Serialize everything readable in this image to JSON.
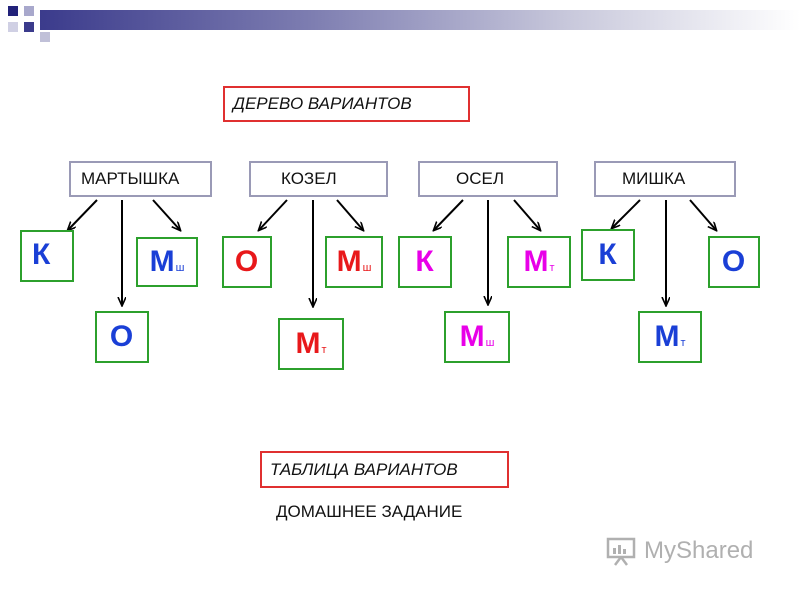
{
  "title": "ДЕРЕВО ВАРИАНТОВ",
  "animals": [
    {
      "name": "МАРТЫШКА"
    },
    {
      "name": "КОЗЕЛ"
    },
    {
      "name": "ОСЕЛ"
    },
    {
      "name": "МИШКА"
    }
  ],
  "options": {
    "a1": {
      "main": "К",
      "sub": ""
    },
    "a2": {
      "main": "О",
      "sub": ""
    },
    "a3": {
      "main": "М",
      "sub": "ш"
    },
    "b1": {
      "main": "О",
      "sub": ""
    },
    "b2": {
      "main": "М",
      "sub": "т"
    },
    "b3": {
      "main": "М",
      "sub": "ш"
    },
    "c1": {
      "main": "К",
      "sub": ""
    },
    "c2": {
      "main": "М",
      "sub": "ш"
    },
    "c3": {
      "main": "М",
      "sub": "т"
    },
    "d1": {
      "main": "К",
      "sub": ""
    },
    "d2": {
      "main": "М",
      "sub": "т"
    },
    "d3": {
      "main": "О",
      "sub": ""
    }
  },
  "table_label": "ТАБЛИЦА ВАРИАНТОВ",
  "homework": "ДОМАШНЕЕ ЗАДАНИЕ",
  "watermark": "MyShared",
  "colors": {
    "letter_border": "#2ca02c",
    "title_border": "#e03030",
    "animal_border": "#9a9ab6",
    "red_text": "#e8181a",
    "blue_text": "#1a3fd6",
    "magenta_text": "#e800e8"
  }
}
